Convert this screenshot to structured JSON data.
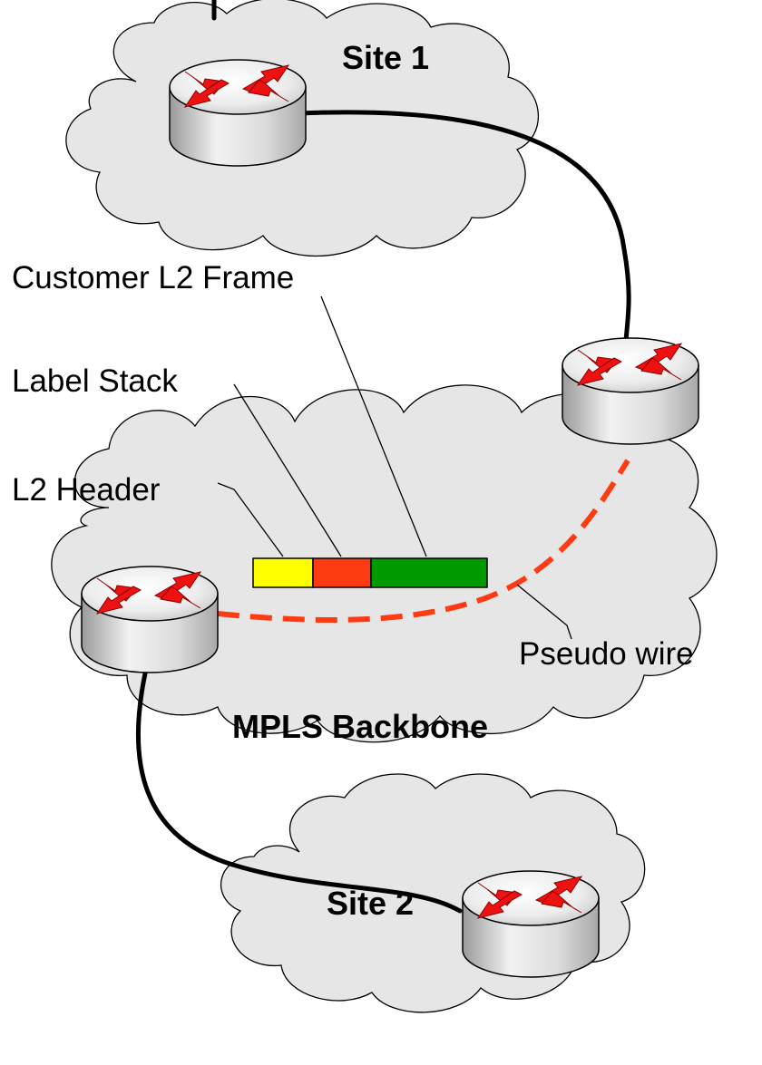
{
  "sites": {
    "site1": {
      "label": "Site 1"
    },
    "site2": {
      "label": "Site 2"
    }
  },
  "backbone": {
    "label": "MPLS Backbone"
  },
  "frame_labels": {
    "customer_frame": "Customer L2 Frame",
    "label_stack": "Label Stack",
    "l2_header": "L2 Header"
  },
  "pseudowire": {
    "label": "Pseudo wire"
  },
  "colors": {
    "cloud_fill": "#e6e6e6",
    "l2_header": "#ffff00",
    "label_stack": "#ff3b14",
    "customer_frame": "#009900",
    "pseudowire": "#ff3b14",
    "router_arrow": "#ee1111"
  },
  "icons": {
    "router": "router-icon"
  }
}
